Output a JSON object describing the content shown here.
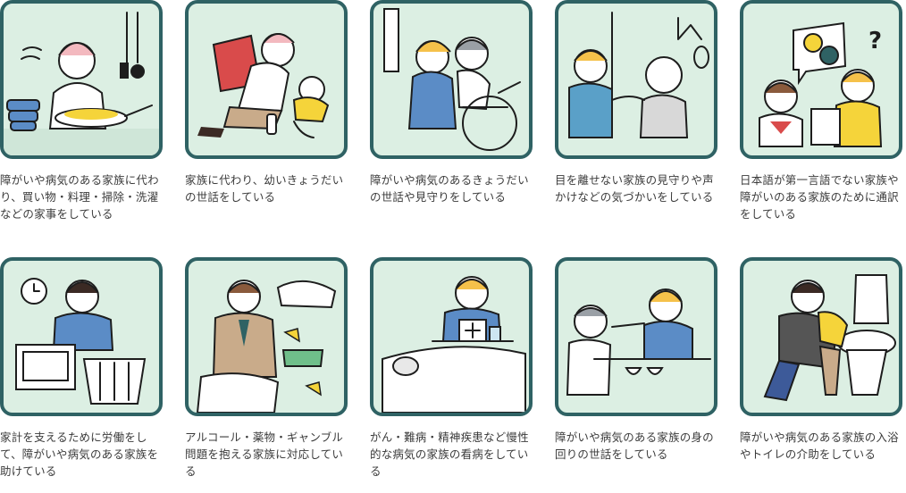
{
  "colors": {
    "card_border": "#2f6264",
    "card_background": "#dcefe3",
    "caption_text": "#3b3b3b",
    "accent_yellow": "#f5d43a",
    "accent_blue": "#5b8cc6",
    "accent_red": "#d94b4b"
  },
  "cards": [
    {
      "caption": "障がいや病気のある家族に代わり、買い物・料理・掃除・洗濯などの家事をしている",
      "icon": "cooking-illustration"
    },
    {
      "caption": "家族に代わり、幼いきょうだいの世話をしている",
      "icon": "babysitting-illustration"
    },
    {
      "caption": "障がいや病気のあるきょうだいの世話や見守りをしている",
      "icon": "wheelchair-care-illustration"
    },
    {
      "caption": "目を離せない家族の見守りや声かけなどの気づかいをしている",
      "icon": "watching-elder-illustration"
    },
    {
      "caption": "日本語が第一言語でない家族や障がいのある家族のために通訳をしている",
      "icon": "interpreting-illustration"
    },
    {
      "caption": "家計を支えるために労働をして、障がいや病気のある家族を助けている",
      "icon": "working-illustration"
    },
    {
      "caption": "アルコール・薬物・ギャンブル問題を抱える家族に対応している",
      "icon": "addiction-support-illustration"
    },
    {
      "caption": "がん・難病・精神疾患など慢性的な病気の家族の看病をしている",
      "icon": "nursing-illustration"
    },
    {
      "caption": "障がいや病気のある家族の身の回りの世話をしている",
      "icon": "feeding-illustration"
    },
    {
      "caption": "障がいや病気のある家族の入浴やトイレの介助をしている",
      "icon": "toilet-assist-illustration"
    }
  ]
}
